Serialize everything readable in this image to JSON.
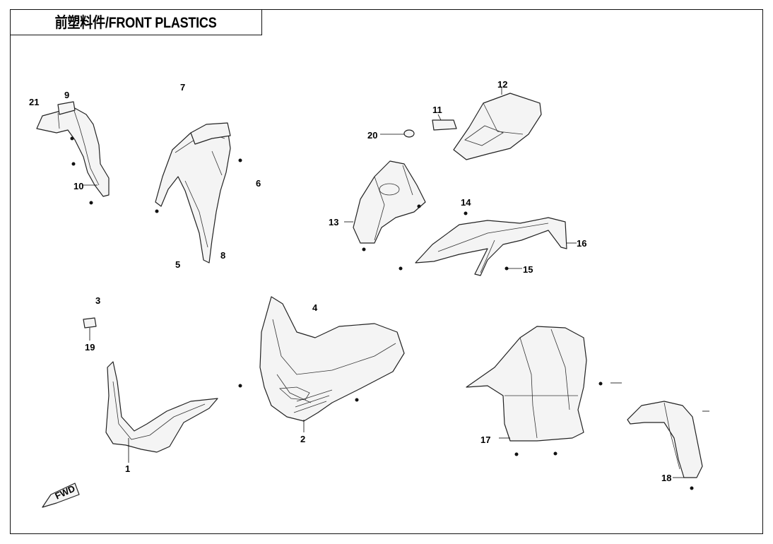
{
  "title": "前塑料件/FRONT PLASTICS",
  "fwd_label": "FWD",
  "callouts": [
    "1",
    "2",
    "3",
    "4",
    "5",
    "6",
    "7",
    "8",
    "9",
    "10",
    "11",
    "12",
    "13",
    "14",
    "15",
    "16",
    "17",
    "18",
    "19",
    "20",
    "21"
  ]
}
